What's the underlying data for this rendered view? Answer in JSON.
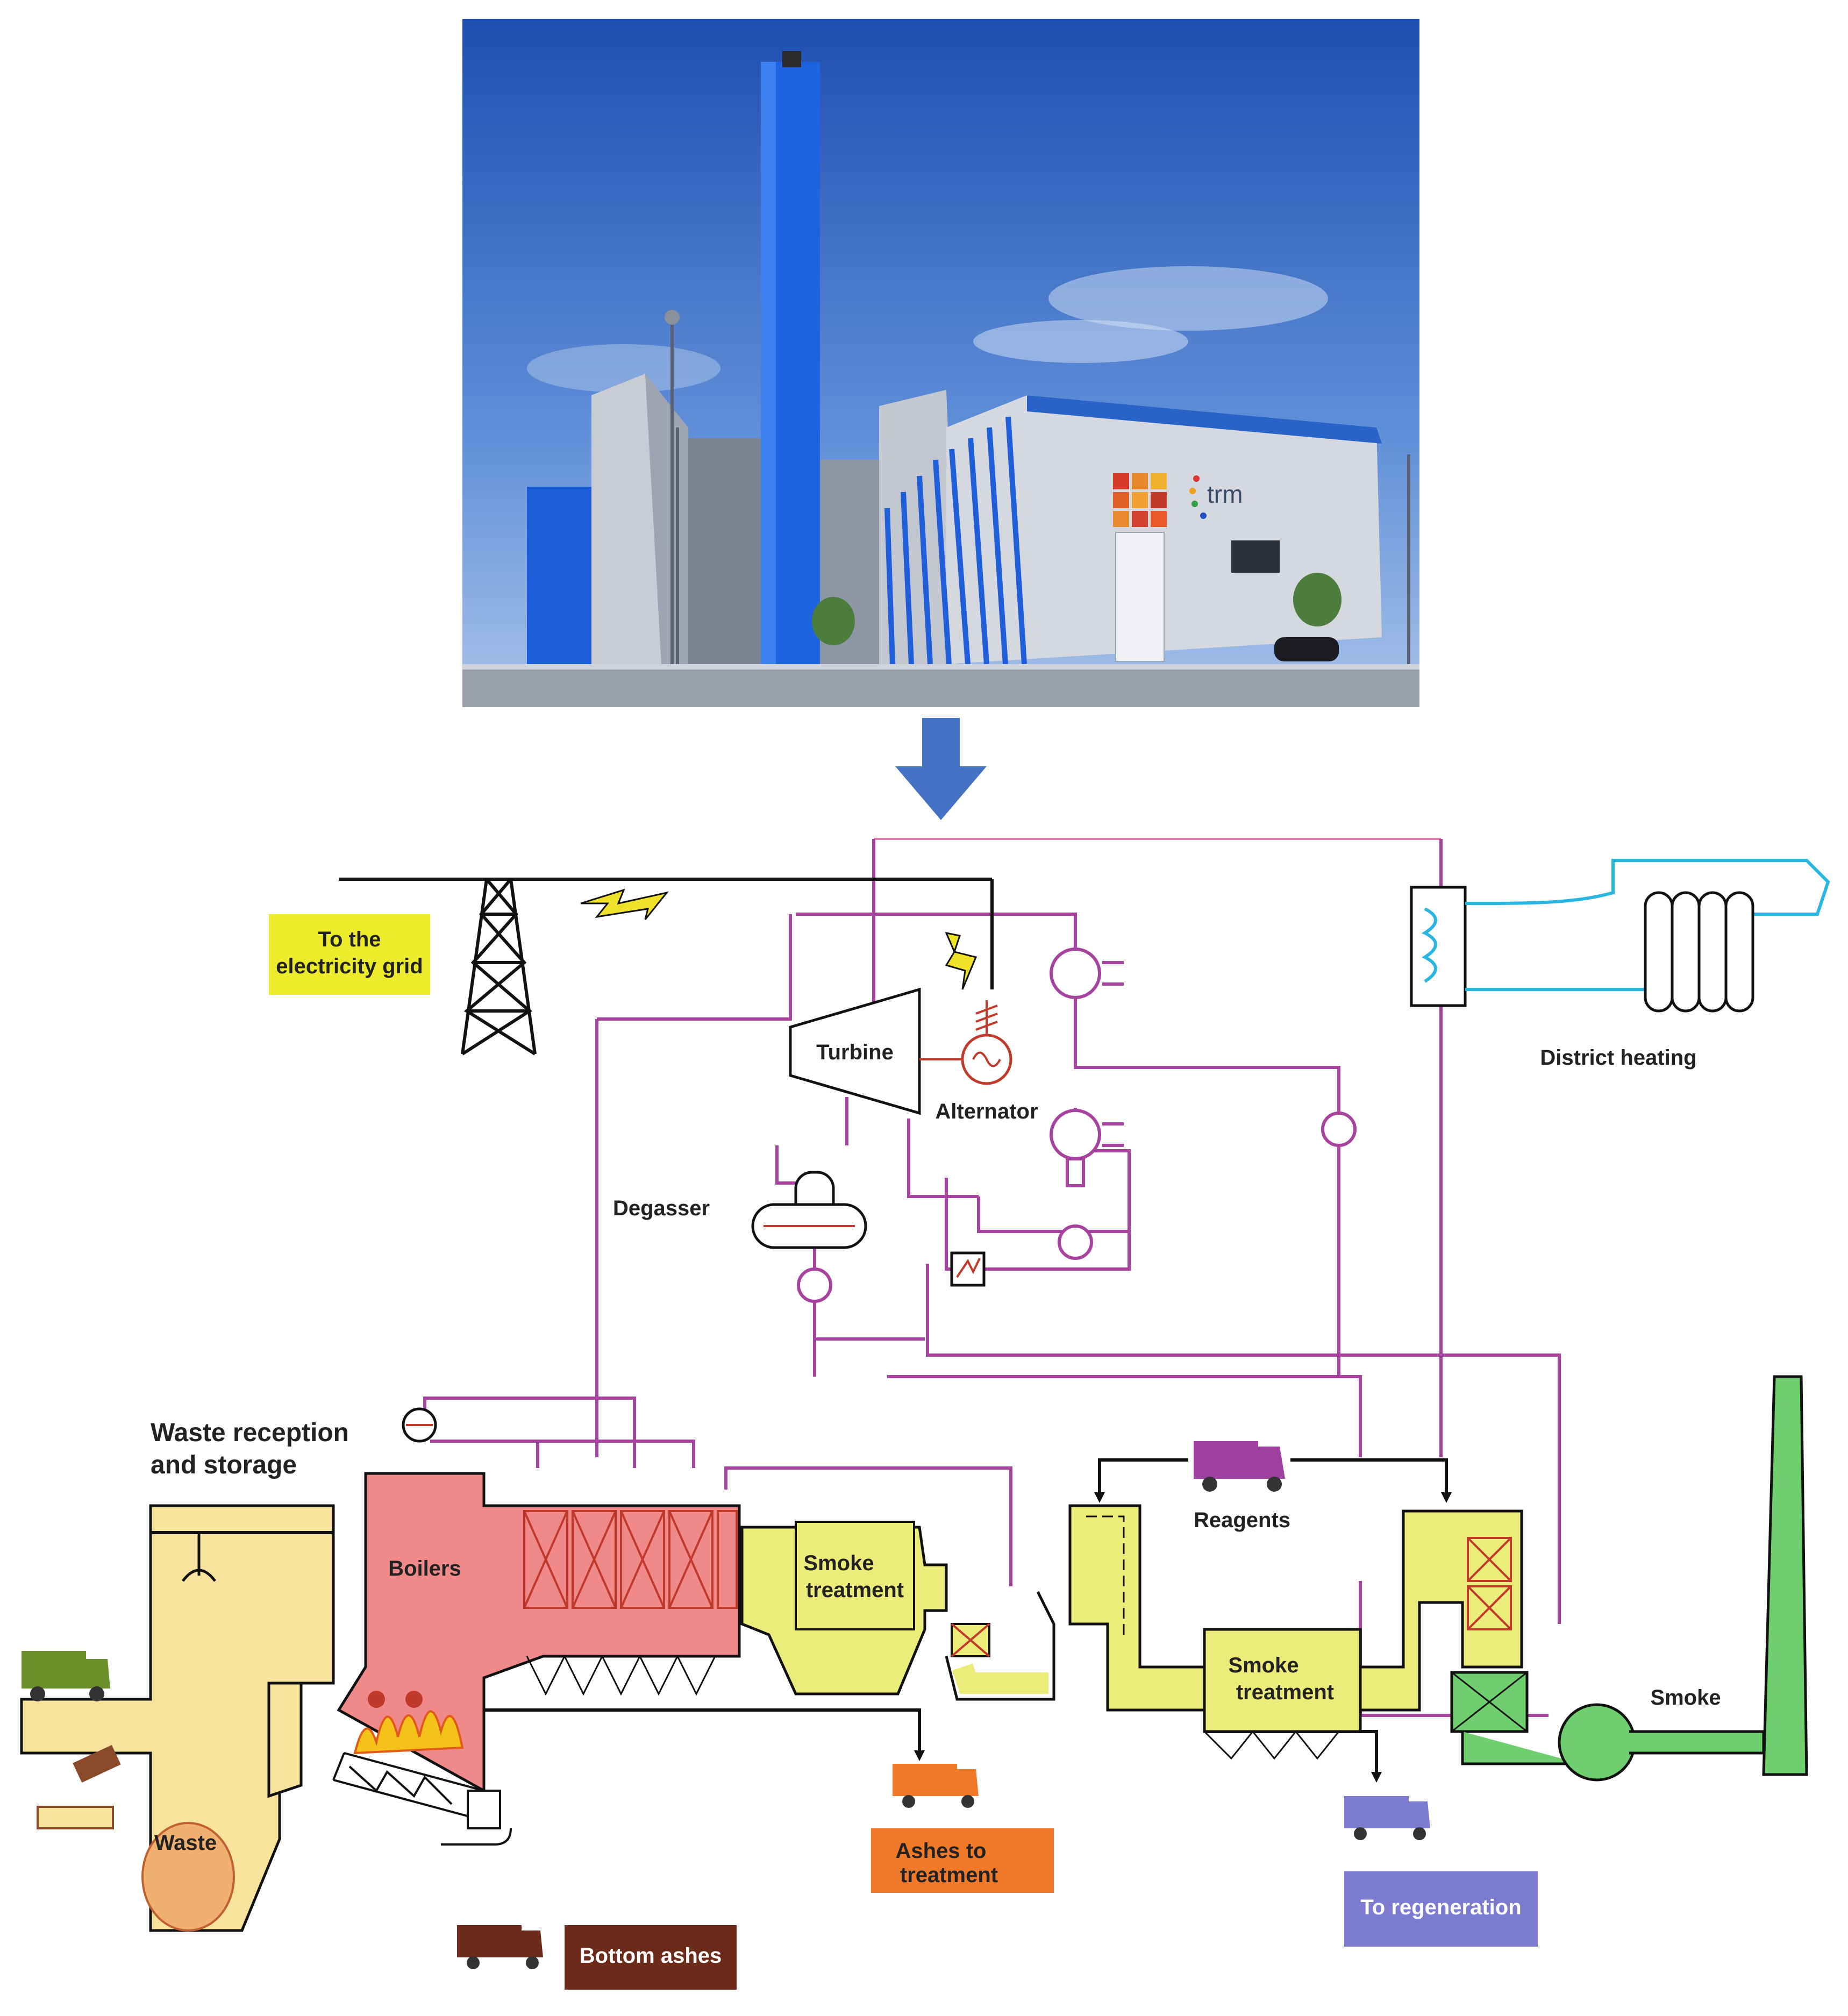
{
  "photo": {
    "logo_text": "trm"
  },
  "labels": {
    "to_grid_line1": "To the",
    "to_grid_line2": "electricity grid",
    "turbine": "Turbine",
    "alternator": "Alternator",
    "degasser": "Degasser",
    "district_heating": "District heating",
    "waste_reception_line1": "Waste reception",
    "waste_reception_line2": "and storage",
    "boilers": "Boilers",
    "waste": "Waste",
    "smoke_treatment_1_line1": "Smoke",
    "smoke_treatment_1_line2": "treatment",
    "smoke_treatment_2_line1": "Smoke",
    "smoke_treatment_2_line2": "treatment",
    "reagents": "Reagents",
    "smoke": "Smoke",
    "ashes_line1": "Ashes to",
    "ashes_line2": "treatment",
    "to_regeneration": "To regeneration",
    "bottom_ashes": "Bottom ashes"
  },
  "colors": {
    "steam_pipe": "#a7439f",
    "district_heating_pipe": "#29b6e0",
    "boiler": "#f08a8a",
    "smoke_treatment": "#ecec7a",
    "smoke_stack": "#6fcf6f",
    "waste_storage": "#f8e39c",
    "grid_label_bg": "#ecec2c",
    "ashes_label_bg": "#f07a2a",
    "regeneration_label_bg": "#7b7bd0",
    "bottom_ashes_label_bg": "#6b2a1a",
    "flow_arrow": "#4472c4"
  }
}
